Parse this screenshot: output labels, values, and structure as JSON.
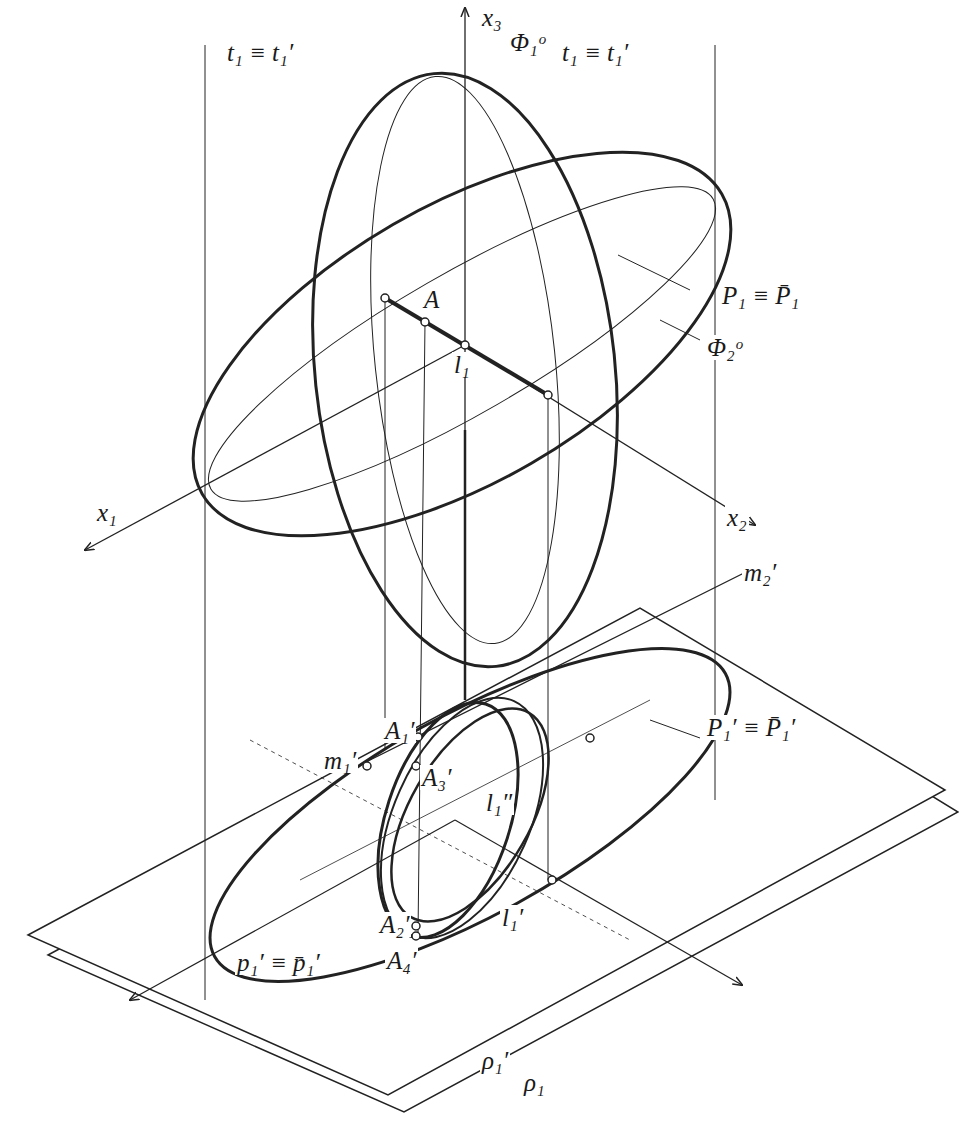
{
  "diagram": {
    "labels": [
      "x₃",
      "Φ₁ᵒ",
      "t₁ ≡ t₁′",
      "t₁ ≡ t₁′",
      "A",
      "l₁",
      "P₁ ≡ P̄₁",
      "Φ₂ᵒ",
      "x₁",
      "x₂",
      "m₂′",
      "A₁′",
      "m₁′",
      "A₃′",
      "P₁′ ≡ P̄₁′",
      "l₁″",
      "A₂′",
      "l₁′",
      "p₁′ ≡ p̄₁′",
      "A₄′",
      "ρ₁′",
      "ρ₁"
    ]
  }
}
